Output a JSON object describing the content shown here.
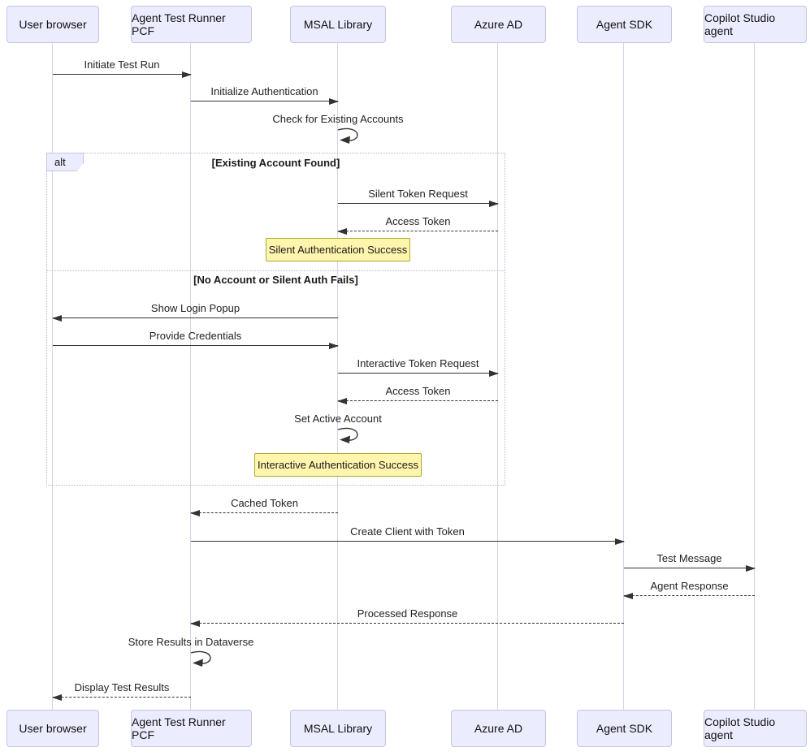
{
  "diagram_type": "sequence",
  "actors": [
    "User browser",
    "Agent Test Runner PCF",
    "MSAL Library",
    "Azure AD",
    "Agent SDK",
    "Copilot Studio agent"
  ],
  "alt_frame": {
    "label": "alt",
    "conditions": [
      "[Existing Account Found]",
      "[No Account or Silent Auth Fails]"
    ]
  },
  "notes": [
    {
      "over": "MSAL Library",
      "text": "Silent Authentication Success"
    },
    {
      "over": "MSAL Library",
      "text": "Interactive Authentication Success"
    }
  ],
  "messages": [
    {
      "from": "User browser",
      "to": "Agent Test Runner PCF",
      "label": "Initiate Test Run",
      "line": "solid"
    },
    {
      "from": "Agent Test Runner PCF",
      "to": "MSAL Library",
      "label": "Initialize Authentication",
      "line": "solid"
    },
    {
      "from": "MSAL Library",
      "to": "MSAL Library",
      "label": "Check for Existing Accounts",
      "line": "solid",
      "self": true
    },
    {
      "from": "MSAL Library",
      "to": "Azure AD",
      "label": "Silent Token Request",
      "line": "solid",
      "branch": "[Existing Account Found]"
    },
    {
      "from": "Azure AD",
      "to": "MSAL Library",
      "label": "Access Token",
      "line": "dashed",
      "branch": "[Existing Account Found]"
    },
    {
      "from": "MSAL Library",
      "to": "User browser",
      "label": "Show Login Popup",
      "line": "solid",
      "branch": "[No Account or Silent Auth Fails]"
    },
    {
      "from": "User browser",
      "to": "MSAL Library",
      "label": "Provide Credentials",
      "line": "solid",
      "branch": "[No Account or Silent Auth Fails]"
    },
    {
      "from": "MSAL Library",
      "to": "Azure AD",
      "label": "Interactive Token Request",
      "line": "solid",
      "branch": "[No Account or Silent Auth Fails]"
    },
    {
      "from": "Azure AD",
      "to": "MSAL Library",
      "label": "Access Token",
      "line": "dashed",
      "branch": "[No Account or Silent Auth Fails]"
    },
    {
      "from": "MSAL Library",
      "to": "MSAL Library",
      "label": "Set Active Account",
      "line": "solid",
      "self": true,
      "branch": "[No Account or Silent Auth Fails]"
    },
    {
      "from": "MSAL Library",
      "to": "Agent Test Runner PCF",
      "label": "Cached Token",
      "line": "dashed"
    },
    {
      "from": "Agent Test Runner PCF",
      "to": "Agent SDK",
      "label": "Create Client with Token",
      "line": "solid"
    },
    {
      "from": "Agent SDK",
      "to": "Copilot Studio agent",
      "label": "Test Message",
      "line": "solid"
    },
    {
      "from": "Copilot Studio agent",
      "to": "Agent SDK",
      "label": "Agent Response",
      "line": "dashed"
    },
    {
      "from": "Agent SDK",
      "to": "Agent Test Runner PCF",
      "label": "Processed Response",
      "line": "dashed"
    },
    {
      "from": "Agent Test Runner PCF",
      "to": "Agent Test Runner PCF",
      "label": "Store Results in Dataverse",
      "line": "solid",
      "self": true
    },
    {
      "from": "Agent Test Runner PCF",
      "to": "User browser",
      "label": "Display Test Results",
      "line": "dashed"
    }
  ],
  "colors": {
    "actor_fill": "#ECECFF",
    "actor_border": "#c5c5e8",
    "lifeline": "#d4d4ec",
    "message_line": "#333333",
    "note_fill": "#fff5ad",
    "note_border": "#aaaa33",
    "alt_border": "#b6b6de",
    "background": "#ffffff"
  }
}
